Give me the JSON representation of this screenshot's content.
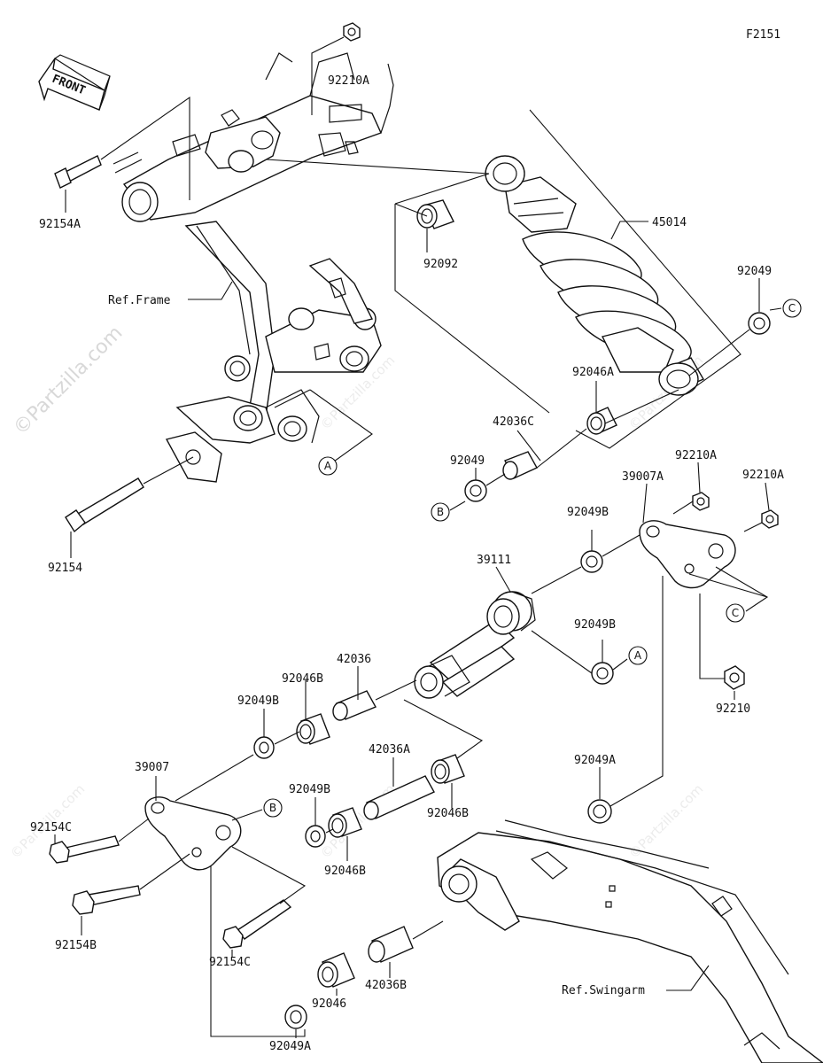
{
  "figure_code": "F2151",
  "front_label": "FRONT",
  "watermark": {
    "main": "©Partzilla.com",
    "small": "©Partzilla.com"
  },
  "refs": {
    "frame": "Ref.Frame",
    "swingarm": "Ref.Swingarm"
  },
  "callouts": {
    "a": "A",
    "b": "B",
    "c": "C"
  },
  "parts": {
    "p92210A_top": "92210A",
    "p92154A": "92154A",
    "p92092": "92092",
    "p45014": "45014",
    "p92049_r": "92049",
    "p92046A": "92046A",
    "p42036C": "42036C",
    "p92049_l": "92049",
    "p92154": "92154",
    "p92210A_m1": "92210A",
    "p92210A_m2": "92210A",
    "p39007A": "39007A",
    "p92049B_1": "92049B",
    "p39111": "39111",
    "p92049B_2": "92049B",
    "p42036": "42036",
    "p92046B_1": "92046B",
    "p92049B_3": "92049B",
    "p92210": "92210",
    "p39007": "39007",
    "p42036A": "42036A",
    "p92046B_2": "92046B",
    "p92049A_r": "92049A",
    "p92049B_4": "92049B",
    "p92154C_1": "92154C",
    "p92046B_3": "92046B",
    "p92154B": "92154B",
    "p92154C_2": "92154C",
    "p42036B": "42036B",
    "p92046": "92046",
    "p92049A_b": "92049A"
  }
}
